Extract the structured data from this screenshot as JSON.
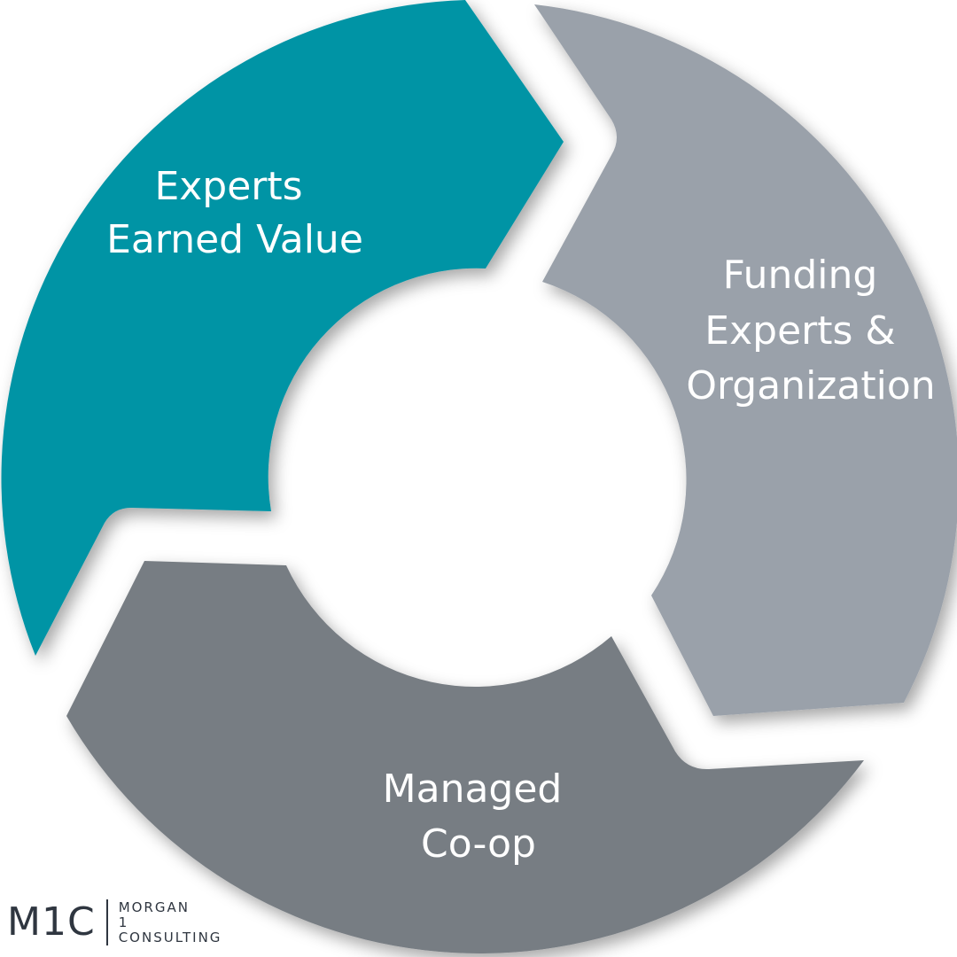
{
  "segments": [
    {
      "id": "experts-earned-value",
      "lines": [
        "Experts",
        "Earned Value"
      ],
      "color": "#0294a5"
    },
    {
      "id": "funding-experts-organization",
      "lines": [
        "Funding",
        "Experts &",
        "Organization"
      ],
      "color": "#9aa1aa"
    },
    {
      "id": "managed-co-op",
      "lines": [
        "Managed",
        "Co-op"
      ],
      "color": "#777d83"
    }
  ],
  "logo": {
    "mark": "M1C",
    "line1": "MORGAN",
    "line2": "1",
    "line3": "CONSULTING"
  },
  "colors": {
    "background": "#ffffff",
    "logo_text": "#2f3640"
  }
}
